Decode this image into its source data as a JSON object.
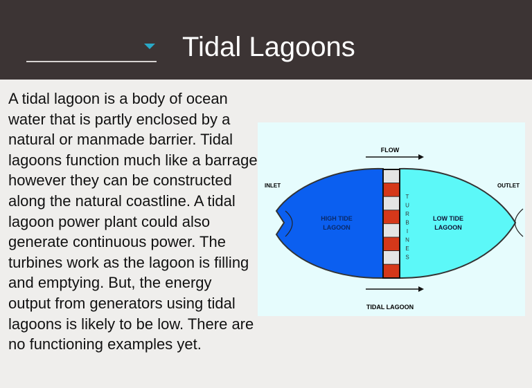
{
  "header": {
    "title": "Tidal Lagoons",
    "dropdown_value": ""
  },
  "body": {
    "text": "A tidal lagoon is a body of ocean water that is partly enclosed by a natural or manmade barrier. Tidal lagoons function much like a barrage however they can be constructed along the natural coastline. A tidal lagoon power plant could also generate continuous power. The turbines work as the lagoon is filling and emptying. But, the energy output from generators using tidal lagoons is likely to be low. There are no functioning examples yet."
  },
  "diagram": {
    "flow": "FLOW",
    "inlet": "INLET",
    "outlet": "OUTLET",
    "high_tide_1": "HIGH TIDE",
    "high_tide_2": "LAGOON",
    "low_tide_1": "LOW TIDE",
    "low_tide_2": "LAGOON",
    "turbines": [
      "T",
      "U",
      "R",
      "B",
      "I",
      "N",
      "E",
      "S"
    ],
    "caption": "TIDAL LAGOON",
    "colors": {
      "high": "#0b5ff0",
      "low": "#5cf8f8",
      "turbine": "#d5381a"
    }
  }
}
